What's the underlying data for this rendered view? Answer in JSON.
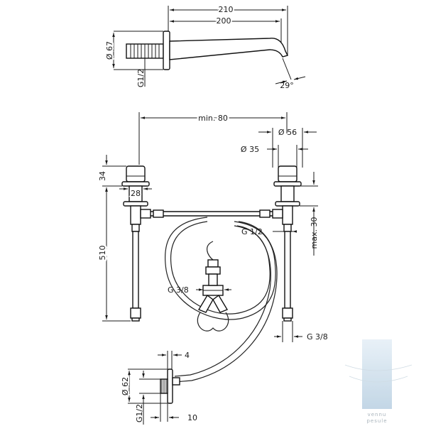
{
  "spout": {
    "dim_total": "210",
    "dim_length": "200",
    "dim_diameter": "Ø 67",
    "dim_thread": "G1/2",
    "dim_angle": "29°"
  },
  "handles": {
    "dim_spacing": "min. 80",
    "dim_outer_dia": "Ø 56",
    "dim_inner_dia": "Ø 35",
    "dim_cap_height": "34",
    "dim_stem": "28",
    "dim_rough": "510",
    "dim_max": "max. 30",
    "connection_top": "G 1/2",
    "connection_mid": "G 3/8",
    "connection_bottom": "G 3/8"
  },
  "wall_piece": {
    "dim_thickness": "4",
    "dim_diameter": "Ø 62",
    "dim_thread": "G1/2",
    "dim_depth": "10"
  },
  "watermark": {
    "line1": "vennu",
    "line2": "pesule"
  }
}
